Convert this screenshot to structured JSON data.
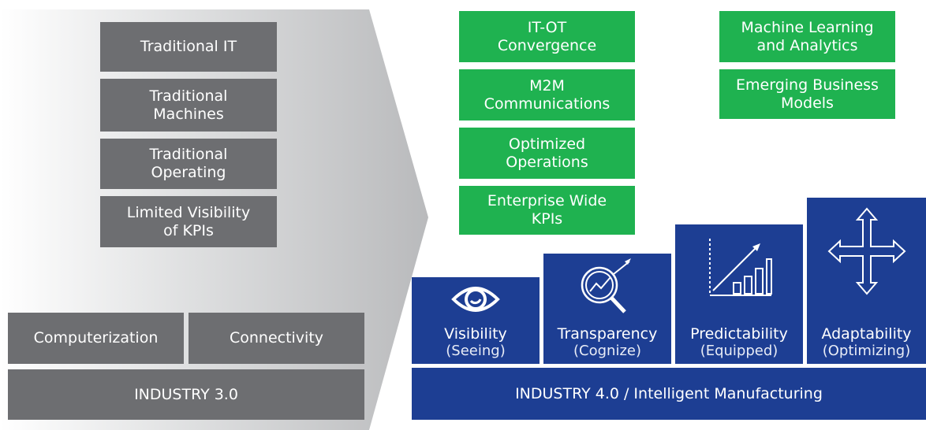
{
  "industry3": {
    "stack": [
      {
        "label": "Traditional IT"
      },
      {
        "label": "Traditional\nMachines"
      },
      {
        "label": "Traditional\nOperating"
      },
      {
        "label": "Limited Visibility\nof KPIs"
      }
    ],
    "computerization": "Computerization",
    "connectivity": "Connectivity",
    "base": "INDUSTRY 3.0"
  },
  "industry4": {
    "green_left": [
      {
        "label": "IT-OT\nConvergence"
      },
      {
        "label": "M2M\nCommunications"
      },
      {
        "label": "Optimized\nOperations"
      },
      {
        "label": "Enterprise Wide\nKPIs"
      }
    ],
    "green_right": [
      {
        "label": "Machine Learning\nand Analytics"
      },
      {
        "label": "Emerging Business\nModels"
      }
    ],
    "stages": [
      {
        "title": "Visibility",
        "sub": "(Seeing)",
        "icon": "eye-icon"
      },
      {
        "title": "Transparency",
        "sub": "(Cognize)",
        "icon": "magnifier-chart-icon"
      },
      {
        "title": "Predictability",
        "sub": "(Equipped)",
        "icon": "growth-chart-icon"
      },
      {
        "title": "Adaptability",
        "sub": "(Optimizing)",
        "icon": "four-way-arrows-icon"
      }
    ],
    "base": "INDUSTRY 4.0 / Intelligent Manufacturing"
  },
  "colors": {
    "gray_box": "#6d6e71",
    "green_box": "#1fb250",
    "blue_box": "#1d3e93"
  }
}
